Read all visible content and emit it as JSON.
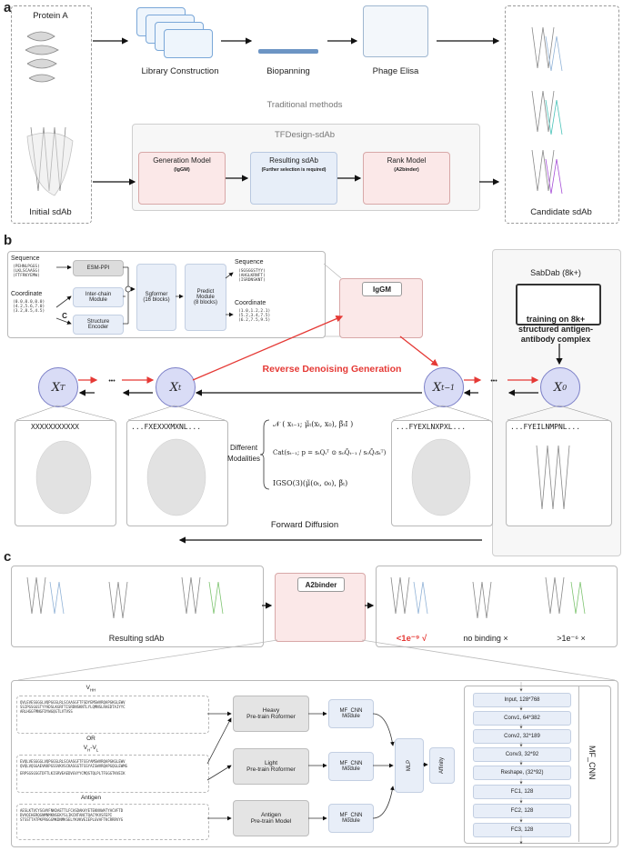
{
  "panel_a": {
    "letter": "a",
    "protein_label": "Protein A",
    "initial_label": "Initial sdAb",
    "steps": [
      "Library Construction",
      "Biopanning",
      "Phage Elisa"
    ],
    "traditional": "Traditional methods",
    "tfdesign_title": "TFDesign-sdAb",
    "boxes": [
      {
        "title": "Generation Model",
        "sub": "(IgGM)"
      },
      {
        "title": "Resulting sdAb",
        "sub": "(Further selection is required)"
      },
      {
        "title": "Rank Model",
        "sub": "(A2binder)"
      }
    ],
    "candidate_label": "Candidate sdAb"
  },
  "panel_b": {
    "letter": "b",
    "sequence_label": "Sequence",
    "sequence_in": "(PEHNLPGGS)\n(LKLSCAASG)\n(FTFRKYEMW)",
    "coordinate_label": "Coordinate",
    "coordinate_in": "(0.0,0.0,0.0)\n(4.2,5.6,7.0)\n(3.2,8.5,4.5)",
    "c_label": "C",
    "esm": "ESM-PPI",
    "interchain": "Inter-chain\nModule",
    "structure_encoder": "Structure\nEncoder",
    "sgformer": "Sgformer\n(16 blocks)",
    "predict": "Predict\nModule\n(8 blocks)",
    "sequence_out_label": "Sequence",
    "sequence_out": "(SGSGGSTYY)\n(AHGLKRNFT)\n(ISRDNSKNT)",
    "coordinate_out_label": "Coordinate",
    "coordinate_out": "(1.0,1.2,2.1)\n(5.2,3.4,7.5)\n(6.2,7.5,9.5)",
    "iggm": "IgGM",
    "sabdab": "SabDab (8k+)",
    "training": "training on 8k+\nstructured antigen-\nantibody complex",
    "reverse": "Reverse Denoising Generation",
    "forward": "Forward Diffusion",
    "nodes": [
      "X_T",
      "X_t",
      "X_{t-1}",
      "X_0"
    ],
    "ellipsis": "•••",
    "seq_T": "XXXXXXXXXXX",
    "seq_t": "...FXEXXXMXNL...",
    "seq_t1": "...FYEXLNXPXL...",
    "seq_0": "...FYEILNMPNL...",
    "different": "Different",
    "modalities": "Modalities",
    "formula_1": "𝒩 ( xₜ₋₁; μ̃ₜ(xₜ, x₀), β̃ₜI )",
    "formula_2": "Cat(sₜ₋₁; p = sₜQₜᵀ ⊙ s₀Q̄ₜ₋₁ / s₀Q̄ₜsₜᵀ)",
    "formula_3": "IGSO(3)(μ̃(oₜ, o₀), β̃ₜ)"
  },
  "panel_c": {
    "letter": "c",
    "resulting": "Resulting sdAb",
    "a2binder": "A2binder",
    "results": [
      "<1e⁻⁹ √",
      "no binding ×",
      ">1e⁻⁶ ×"
    ],
    "vhh": "V_HH",
    "or": "OR",
    "vhvl": "V_H-V_L",
    "antigen_label": "Antigen",
    "seq_vhh": "QVLEVESGGGLVQPGGSLRLSCAASGFTFSDYEMSWVRQAPGKGLEWV\nSSIPGSGGSTYYADSLKGRFTISRDNSKNTLYLQMNSLRAEDTAIYYC\nARLHGGFMNGFDYWGQGTLVTVSS",
    "seq_vhvl_h": "EVQLVESGGGLVQPGGSLRLSCAASGFTFSSYAMSWVRQAPGKGLEWV\nQVQLVQSGAEVKKPGSSVKVSCKASGGTFSSYAISWVRQAPGQGLEWMG",
    "seq_vhvl_l": "ERPSGSGSGTDFTLKISRVEAEDVGVYYCMQSTQLPLTFGGGTKVEIK",
    "seq_antigen": "AESLKTVCYSGVVFNKDAETTLFCASDAKAYETEKNVWATYACVFTD\nDVVQIHERQGNMNMKNSEKYSLIKCNTANCTQACYKVSFEPI\nSTSSTTATPKPRGGGMKDNMKSELYKVKVEIEPLGVAFTKCRRRVYG",
    "heavy": "Heavy\nPre-train Roformer",
    "light": "Light\nPre-train Roformer",
    "antigen_model": "Antigen\nPre-train Model",
    "mf_cnn_module": "MF_CNN\nModule",
    "mlp": "MLP",
    "affinity": "Affinity",
    "layers": [
      "Input, 128*768",
      "Conv1, 64*382",
      "Conv2, 32*189",
      "Conv3, 32*92",
      "Reshape, (32*92)",
      "FC1, 128",
      "FC2, 128",
      "FC3, 128"
    ],
    "mf_cnn": "MF_CNN"
  },
  "colors": {
    "node_fill": "#d9dcf6",
    "red_arrow": "#e53935",
    "pink_box": "#fbe8e8",
    "blue_box": "#e7eef8"
  }
}
